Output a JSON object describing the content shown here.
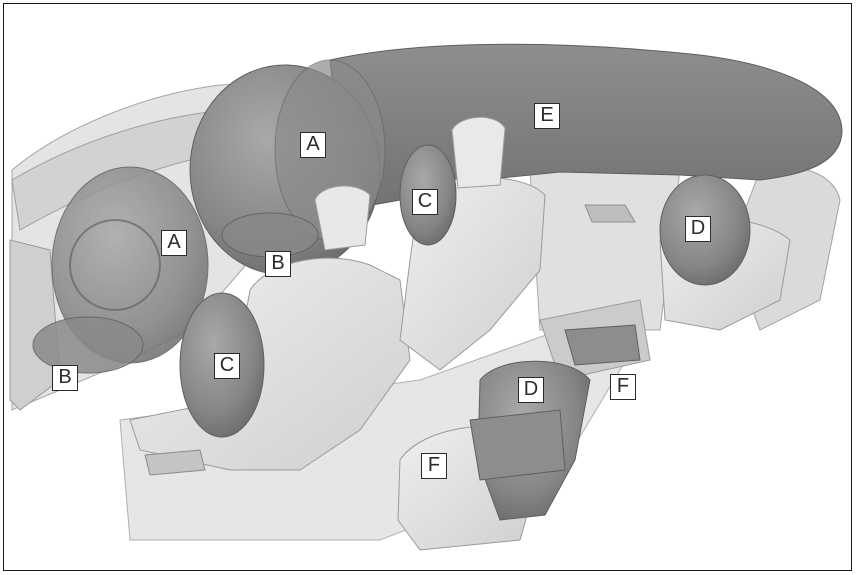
{
  "diagram": {
    "labels": [
      {
        "id": "A",
        "text": "A"
      },
      {
        "id": "A2",
        "text": "A"
      },
      {
        "id": "B",
        "text": "B"
      },
      {
        "id": "B2",
        "text": "B"
      },
      {
        "id": "C",
        "text": "C"
      },
      {
        "id": "C2",
        "text": "C"
      },
      {
        "id": "D",
        "text": "D"
      },
      {
        "id": "D2",
        "text": "D"
      },
      {
        "id": "E",
        "text": "E"
      },
      {
        "id": "F",
        "text": "F"
      },
      {
        "id": "F2",
        "text": "F"
      }
    ]
  },
  "colors": {
    "airbag": "#8a8a8a",
    "airbag_dark": "#6e6e6e",
    "interior": "#d9d9d9",
    "interior_light": "#ececec",
    "line": "#9a9a9a"
  }
}
